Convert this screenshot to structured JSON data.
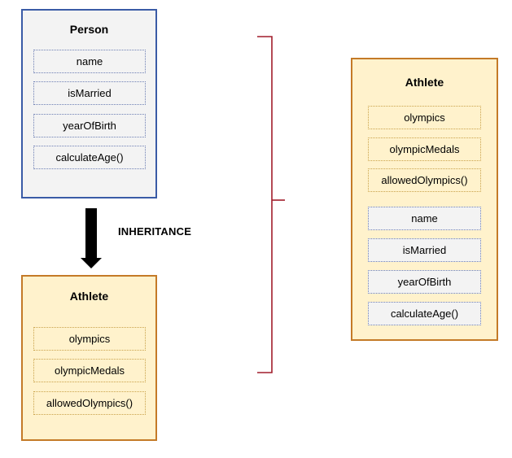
{
  "person": {
    "title": "Person",
    "fields": [
      "name",
      "isMarried",
      "yearOfBirth",
      "calculateAge()"
    ]
  },
  "inheritance_label": "INHERITANCE",
  "athlete_left": {
    "title": "Athlete",
    "fields": [
      "olympics",
      "olympicMedals",
      "allowedOlympics()"
    ]
  },
  "athlete_right": {
    "title": "Athlete",
    "own_fields": [
      "olympics",
      "olympicMedals",
      "allowedOlympics()"
    ],
    "inherited_fields": [
      "name",
      "isMarried",
      "yearOfBirth",
      "calculateAge()"
    ]
  },
  "colors": {
    "person_border": "#3a5ba6",
    "person_fill": "#f3f3f3",
    "athlete_border": "#c47a27",
    "athlete_fill": "#fff2cc",
    "bracket": "#a11d2b",
    "arrow": "#000000"
  }
}
